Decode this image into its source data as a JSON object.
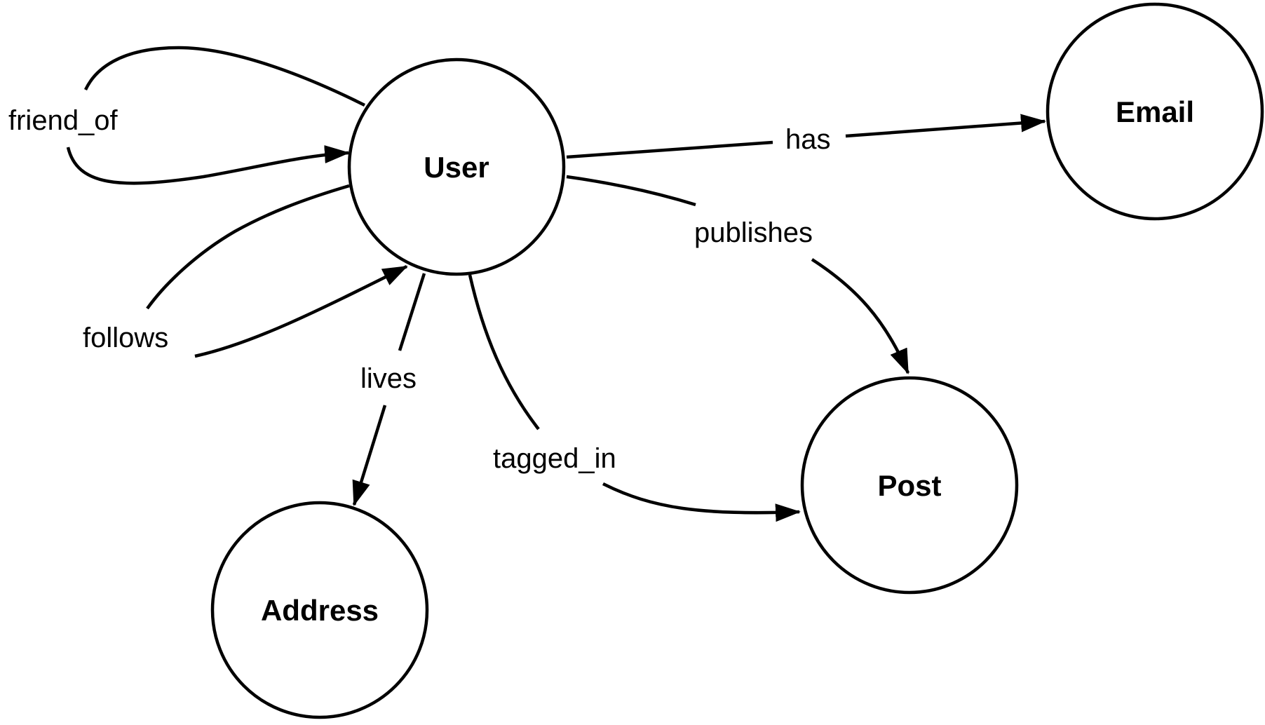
{
  "diagram": {
    "nodes": [
      {
        "id": "user",
        "label": "User"
      },
      {
        "id": "email",
        "label": "Email"
      },
      {
        "id": "post",
        "label": "Post"
      },
      {
        "id": "address",
        "label": "Address"
      }
    ],
    "edges": [
      {
        "id": "friend_of",
        "label": "friend_of",
        "from": "user",
        "to": "user"
      },
      {
        "id": "follows",
        "label": "follows",
        "from": "user",
        "to": "user"
      },
      {
        "id": "has",
        "label": "has",
        "from": "user",
        "to": "email"
      },
      {
        "id": "publishes",
        "label": "publishes",
        "from": "user",
        "to": "post"
      },
      {
        "id": "lives",
        "label": "lives",
        "from": "user",
        "to": "address"
      },
      {
        "id": "tagged_in",
        "label": "tagged_in",
        "from": "user",
        "to": "post"
      }
    ],
    "colors": {
      "stroke": "#000000",
      "background": "#ffffff"
    }
  }
}
